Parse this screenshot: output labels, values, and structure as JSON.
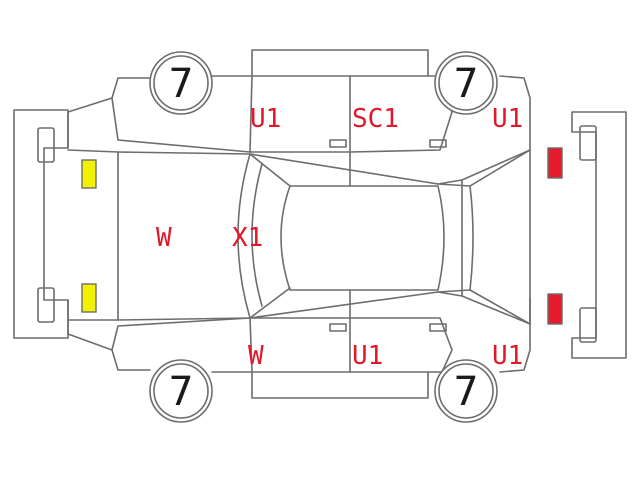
{
  "colors": {
    "outline": "#6d6d6d",
    "damage_mark": "#e0182a",
    "front_light": "#f2f200",
    "rear_light": "#e31b2a",
    "tire_number": "#1a1a1a"
  },
  "tires": {
    "front_left": "7",
    "front_right": "7",
    "rear_left": "7",
    "rear_right": "7"
  },
  "marks": {
    "top_front_door": "U1",
    "top_rear_door": "SC1",
    "top_rear_fender": "U1",
    "hood": "W",
    "windshield": "X1",
    "bottom_front_door": "W",
    "bottom_rear_door": "U1",
    "bottom_rear_fender": "U1"
  }
}
